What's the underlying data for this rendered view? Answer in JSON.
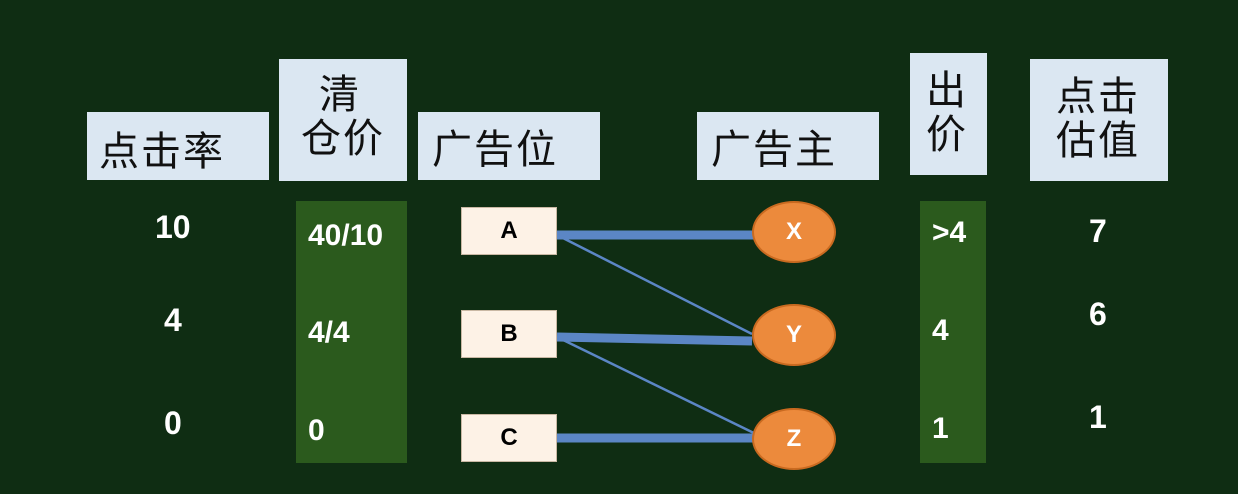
{
  "headers": {
    "ctr": [
      "点击率"
    ],
    "clearing_price": [
      "清",
      "仓价"
    ],
    "ad_slot": [
      "广告位"
    ],
    "advertiser": [
      "广告主"
    ],
    "bid": [
      "出",
      "价"
    ],
    "click_estimate": [
      "点击",
      "估值"
    ]
  },
  "ctr_values": [
    "10",
    "4",
    "0"
  ],
  "clearing_prices": [
    "40/10",
    "4/4",
    "0"
  ],
  "slots": [
    "A",
    "B",
    "C"
  ],
  "advertisers": [
    "X",
    "Y",
    "Z"
  ],
  "bids": [
    ">4",
    "4",
    "1"
  ],
  "click_estimates": [
    "7",
    "6",
    "1"
  ],
  "links": [
    {
      "from": "A",
      "to": "X",
      "weight": "thick"
    },
    {
      "from": "A",
      "to": "Y",
      "weight": "thin"
    },
    {
      "from": "B",
      "to": "Y",
      "weight": "thick"
    },
    {
      "from": "B",
      "to": "Z",
      "weight": "thin"
    },
    {
      "from": "C",
      "to": "Z",
      "weight": "thick"
    }
  ],
  "colors": {
    "background": "#0f2d13",
    "header_bg": "#dbe7f2",
    "panel_bg": "#2b5a1d",
    "slot_bg": "#fdf2e6",
    "advertiser_bg": "#ec8a3c",
    "link": "#5b86c5"
  }
}
